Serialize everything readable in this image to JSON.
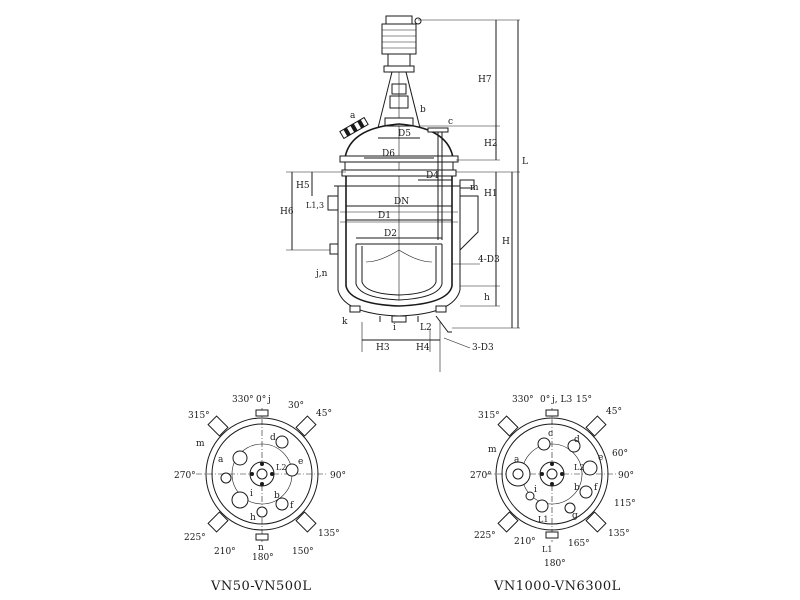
{
  "side_view": {
    "labels": {
      "a": "a",
      "b": "b",
      "c": "c",
      "m": "m",
      "k": "k",
      "i": "i",
      "jn": "j,n",
      "D5": "D5",
      "D6": "D6",
      "D4": "D4",
      "DN": "DN",
      "D1": "D1",
      "D2": "D2",
      "D3": "4-D3",
      "D3b": "3-D3",
      "H1": "H1",
      "H2": "H2",
      "H3": "H3",
      "H4": "H4",
      "H5": "H5",
      "H6": "H6",
      "H7": "H7",
      "H": "H",
      "h": "h",
      "L": "L",
      "L2": "L2",
      "L13": "L1,3"
    }
  },
  "plan_small": {
    "title": "VN50-VN500L",
    "angles": [
      "330°",
      "0°",
      "30°",
      "45°",
      "315°",
      "270°",
      "90°",
      "225°",
      "135°",
      "210°",
      "180°",
      "150°"
    ],
    "nozzles": {
      "j": "j",
      "m": "m",
      "a": "a",
      "d": "d",
      "e": "e",
      "L2": "L2",
      "i": "i",
      "b": "b",
      "f": "f",
      "h": "h",
      "n": "n"
    }
  },
  "plan_large": {
    "title": "VN1000-VN6300L",
    "angles": [
      "330°",
      "0°",
      "15°",
      "45°",
      "315°",
      "60°",
      "270°",
      "90°",
      "115°",
      "225°",
      "210°",
      "165°",
      "135°",
      "180°"
    ],
    "nozzles": {
      "jL3": "j, L3",
      "m": "m",
      "a": "a",
      "d": "d",
      "c": "c",
      "L2": "L2",
      "e": "e",
      "b": "b",
      "f": "f",
      "i": "i",
      "L1": "L1",
      "g": "g",
      "L1b": "L1"
    }
  }
}
